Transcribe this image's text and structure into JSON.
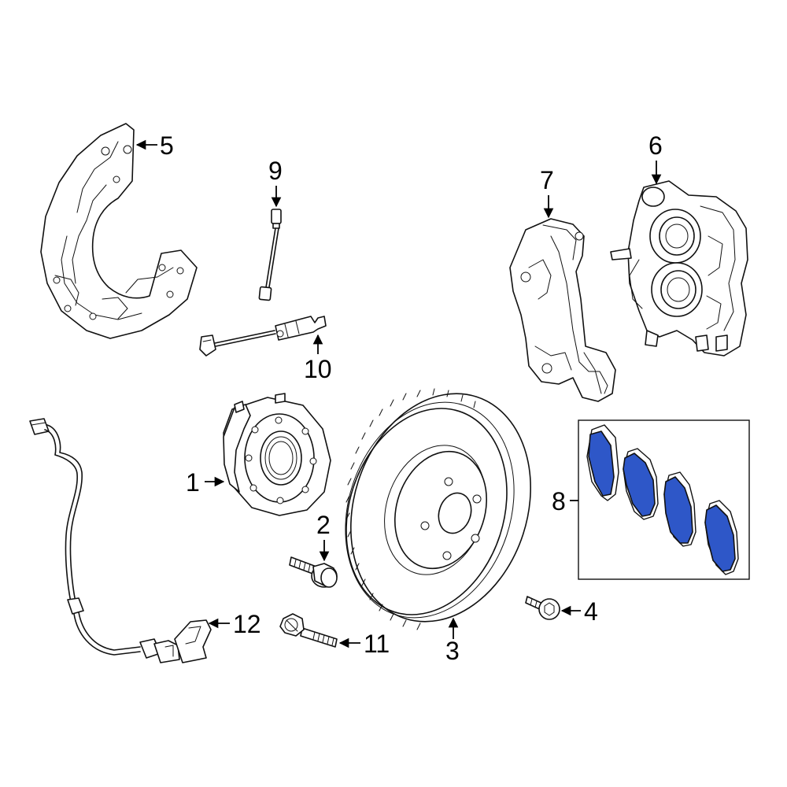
{
  "callouts": {
    "c1": "1",
    "c2": "2",
    "c3": "3",
    "c4": "4",
    "c5": "5",
    "c6": "6",
    "c7": "7",
    "c8": "8",
    "c9": "9",
    "c10": "10",
    "c11": "11",
    "c12": "12"
  },
  "colors": {
    "pad_highlight": "#2e57c8",
    "line": "#111111",
    "background": "#ffffff"
  }
}
